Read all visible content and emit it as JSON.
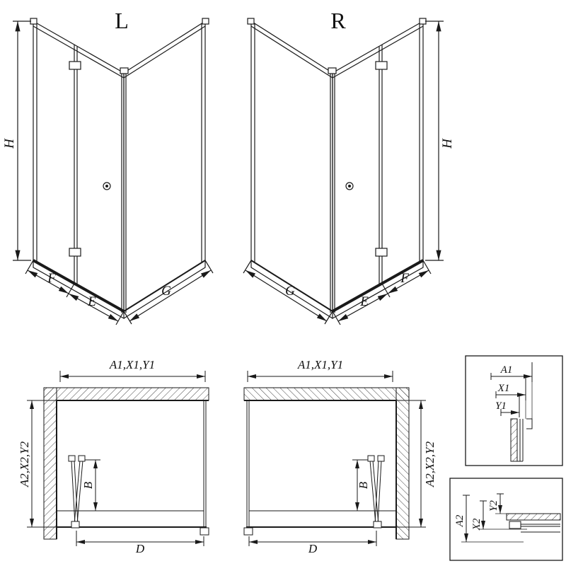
{
  "drawing": {
    "background": "#ffffff",
    "ink": "#1a1a1a",
    "iso_left": {
      "variant_label": "L",
      "dim_height": "H",
      "dim_door": "F",
      "dim_entry": "E",
      "dim_side": "G"
    },
    "iso_right": {
      "variant_label": "R",
      "dim_height": "H",
      "dim_door": "F",
      "dim_entry": "E",
      "dim_side": "G"
    },
    "plan_left": {
      "dim_width": "A1,X1,Y1",
      "dim_depth": "A2,X2,Y2",
      "dim_door_projection": "B",
      "dim_clear_width": "D"
    },
    "plan_right": {
      "dim_width": "A1,X1,Y1",
      "dim_depth": "A2,X2,Y2",
      "dim_door_projection": "B",
      "dim_clear_width": "D"
    },
    "detail_width_profile": {
      "dim_overall": "A1",
      "dim_adjust": "X1",
      "dim_min": "Y1"
    },
    "detail_depth_profile": {
      "dim_overall": "A2",
      "dim_adjust": "X2",
      "dim_min": "Y2"
    }
  }
}
